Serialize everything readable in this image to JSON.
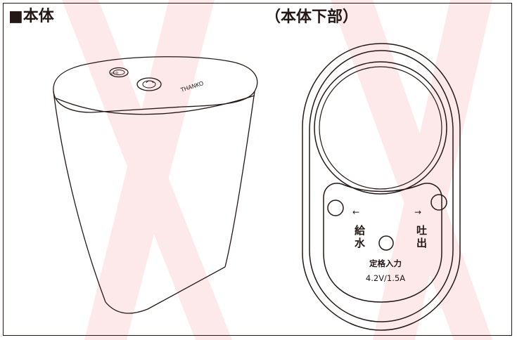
{
  "headings": {
    "main": "■本体",
    "bottom_view": "（本体下部）"
  },
  "device_top": {
    "brand": "THANKO",
    "eco_button_label": "eco"
  },
  "bottom_view": {
    "inlet_label": "給水",
    "outlet_label": "吐出",
    "inlet_arrow": "←",
    "outlet_arrow": "→",
    "rated_input_label": "定格入力",
    "rated_input_value": "4.2V/1.5A"
  },
  "colors": {
    "line": "#231815",
    "watermark": "#fde9ea"
  }
}
